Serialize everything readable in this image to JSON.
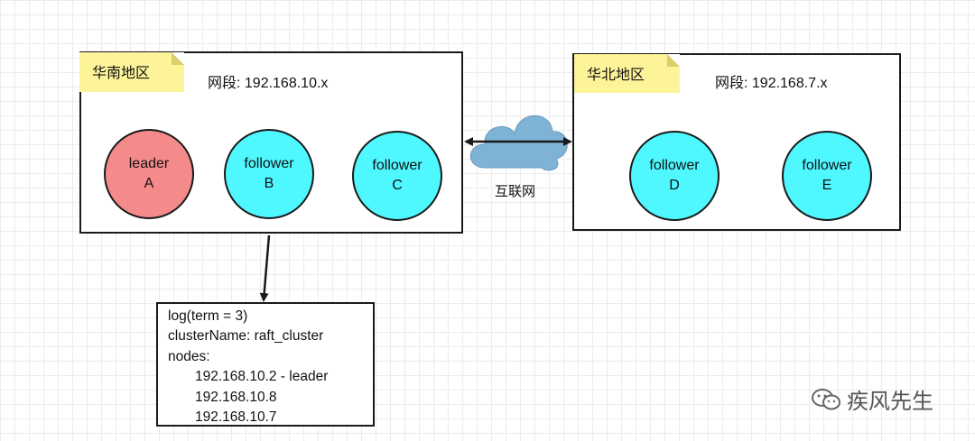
{
  "south_region": {
    "label": "华南地区",
    "segment": "网段: 192.168.10.x",
    "nodes": [
      {
        "role": "leader",
        "id": "A"
      },
      {
        "role": "follower",
        "id": "B"
      },
      {
        "role": "follower",
        "id": "C"
      }
    ]
  },
  "north_region": {
    "label": "华北地区",
    "segment": "网段: 192.168.7.x",
    "nodes": [
      {
        "role": "follower",
        "id": "D"
      },
      {
        "role": "follower",
        "id": "E"
      }
    ]
  },
  "internet": {
    "label": "互联网"
  },
  "log": {
    "term_line": "log(term = 3)",
    "cluster_line": "clusterName: raft_cluster",
    "nodes_header": "nodes:",
    "entries": [
      "192.168.10.2 - leader",
      "192.168.10.8",
      "192.168.10.7"
    ]
  },
  "watermark": {
    "text": "疾风先生"
  },
  "colors": {
    "leader": "#f58a8a",
    "follower": "#4ff7ff",
    "note": "#fdf49a",
    "cloud": "#7fb3d5"
  }
}
